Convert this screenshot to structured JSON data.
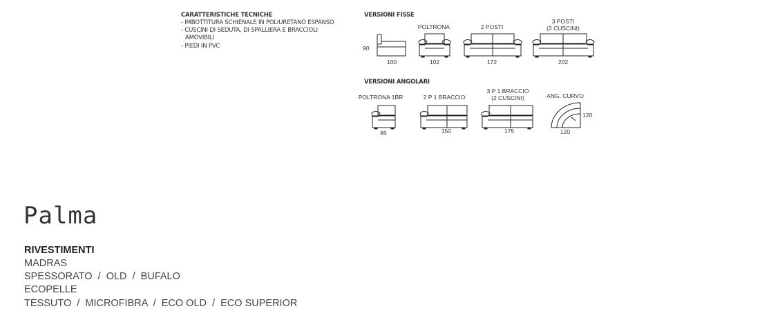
{
  "tech": {
    "title": "CARATTERISTICHE TECNICHE",
    "lines": [
      "- IMBOTTITURA SCHIENALE IN POLIURETANO ESPANSO",
      "- CUSCINI DI SEDUTA, DI SPALLIERA E BRACCIOLI",
      "  AMOVIBILI",
      "- PIEDI IN PVC"
    ]
  },
  "fisse": {
    "title": "VERSIONI FISSE",
    "height": "90",
    "items": [
      {
        "label": "",
        "label2": "",
        "width": "100"
      },
      {
        "label": "POLTRONA",
        "label2": "",
        "width": "102"
      },
      {
        "label": "2 POSTI",
        "label2": "",
        "width": "172"
      },
      {
        "label": "3 POSTI",
        "label2": "(2 CUSCINI)",
        "width": "202"
      }
    ]
  },
  "angolari": {
    "title": "VERSIONI ANGOLARI",
    "items": [
      {
        "label": "POLTRONA 1BR",
        "label2": "",
        "width": "85"
      },
      {
        "label": "2 P 1 BRACCIO",
        "label2": "",
        "width": "150"
      },
      {
        "label": "3 P 1 BRACCIO",
        "label2": "(2 CUSCINI)",
        "width": "175"
      },
      {
        "label": "ANG. CURVO",
        "label2": "",
        "width": "120",
        "depth": "120"
      }
    ]
  },
  "product": {
    "name": "Palma",
    "coverings_title": "RIVESTIMENTI",
    "coverings": [
      "MADRAS",
      "SPESSORATO  /  OLD  /  BUFALO",
      "ECOPELLE",
      "TESSUTO  /  MICROFIBRA  /  ECO OLD  /  ECO SUPERIOR"
    ]
  }
}
